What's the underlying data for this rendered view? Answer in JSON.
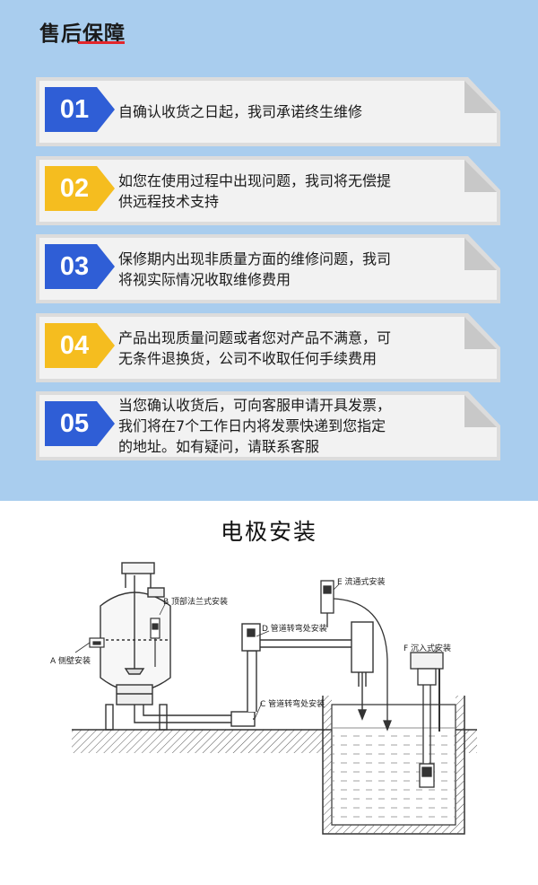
{
  "header": {
    "title": "售后保障"
  },
  "cards": [
    {
      "number": "01",
      "color": "#2f5ed6",
      "lines": [
        "自确认收货之日起，我司承诺终生维修"
      ]
    },
    {
      "number": "02",
      "color": "#f5bd1f",
      "lines": [
        "如您在使用过程中出现问题，我司将无偿提",
        "供远程技术支持"
      ]
    },
    {
      "number": "03",
      "color": "#2f5ed6",
      "lines": [
        "保修期内出现非质量方面的维修问题，我司",
        "将视实际情况收取维修费用"
      ]
    },
    {
      "number": "04",
      "color": "#f5bd1f",
      "lines": [
        "产品出现质量问题或者您对产品不满意，可",
        "无条件退换货，公司不收取任何手续费用"
      ]
    },
    {
      "number": "05",
      "color": "#2f5ed6",
      "lines": [
        "当您确认收货后，可向客服申请开具发票，",
        "我们将在7个工作日内将发票快递到您指定",
        "的地址。如有疑问，请联系客服"
      ]
    }
  ],
  "installation": {
    "title": "电极安装",
    "labels": {
      "a": "A 侧壁安装",
      "b": "B 顶部法兰式安装",
      "c": "C 管道转弯处安装",
      "d": "D 管道转弯处安装",
      "e": "E 流通式安装",
      "f": "F 沉入式安装"
    }
  }
}
